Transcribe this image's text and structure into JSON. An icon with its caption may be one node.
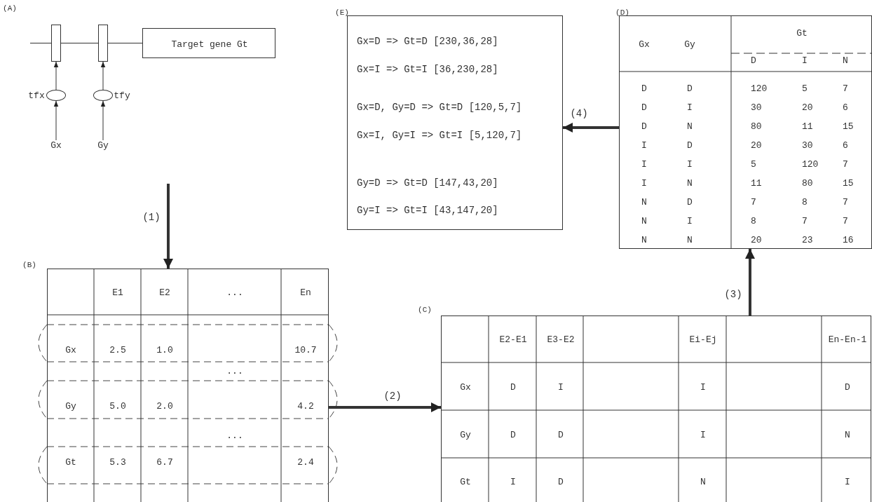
{
  "diagram": {
    "nodes": [
      {
        "text": [
          "Target gene Gt"
        ]
      },
      {
        "text": [],
        "shape": "box"
      },
      {
        "text": [],
        "shape": "box"
      },
      {
        "text": [],
        "shape": "circle",
        "beside": [
          "tfx"
        ]
      },
      {
        "text": [],
        "shape": "circle",
        "beside": [
          "tfy"
        ]
      },
      {
        "text": [
          "Gx"
        ]
      },
      {
        "text": [
          "Gy"
        ]
      },
      {
        "text": [
          "E1",
          "E2",
          "...",
          "En",
          "Gx",
          "2.5",
          "1.0",
          "10.7",
          "...",
          "Gy",
          "5.0",
          "2.0",
          "4.2",
          "...",
          "Gt",
          "5.3",
          "6.7",
          "2.4"
        ],
        "beside": [
          "(B)"
        ]
      },
      {
        "text": [
          "E2-E1",
          "E3-E2",
          "Ei-Ej",
          "En-En-1",
          "Gx",
          "D",
          "I",
          "I",
          "D",
          "Gy",
          "D",
          "D",
          "I",
          "N",
          "Gt",
          "I",
          "D",
          "N",
          "I"
        ],
        "beside": [
          "(C)"
        ]
      },
      {
        "text": [
          "Gx",
          "Gy",
          "Gt",
          "D",
          "I",
          "N",
          "D",
          "D",
          "120",
          "5",
          "7",
          "D",
          "I",
          "30",
          "20",
          "6",
          "D",
          "N",
          "80",
          "11",
          "15",
          "I",
          "D",
          "20",
          "30",
          "6",
          "I",
          "I",
          "5",
          "120",
          "7",
          "I",
          "N",
          "11",
          "80",
          "15",
          "N",
          "D",
          "7",
          "8",
          "7",
          "N",
          "I",
          "8",
          "7",
          "7",
          "N",
          "N",
          "20",
          "23",
          "16"
        ],
        "beside": [
          "(D)"
        ]
      },
      {
        "text": [
          "Gx=D => Gt=D [230,36,28]",
          "Gx=I => Gt=I [36,230,28]",
          "Gx=D, Gy=D => Gt=D [120,5,7]",
          "Gx=I, Gy=I => Gt=I [5,120,7]",
          "Gy=D => Gt=D [147,43,20]",
          "Gy=I => Gt=I [43,147,20]"
        ],
        "beside": [
          "(E)"
        ]
      }
    ],
    "edges": [
      {
        "from": 5,
        "to": 3,
        "arrow": "to"
      },
      {
        "from": 3,
        "to": 1,
        "arrow": "to"
      },
      {
        "from": 6,
        "to": 4,
        "arrow": "to"
      },
      {
        "from": 4,
        "to": 2,
        "arrow": "to"
      },
      {
        "from": 1,
        "to": 2,
        "arrow": "none"
      },
      {
        "from": 2,
        "to": 0,
        "arrow": "none"
      },
      {
        "from": null,
        "to": 7,
        "arrow": "to",
        "label": "(1)",
        "style": "thick"
      },
      {
        "from": 7,
        "to": 8,
        "arrow": "to",
        "label": "(2)",
        "style": "thick"
      },
      {
        "from": 8,
        "to": 9,
        "arrow": "to",
        "label": "(3)",
        "style": "thick"
      },
      {
        "from": 9,
        "to": 10,
        "arrow": "to",
        "label": "(4)",
        "style": "thick"
      }
    ],
    "labels": [
      "(A)"
    ]
  }
}
